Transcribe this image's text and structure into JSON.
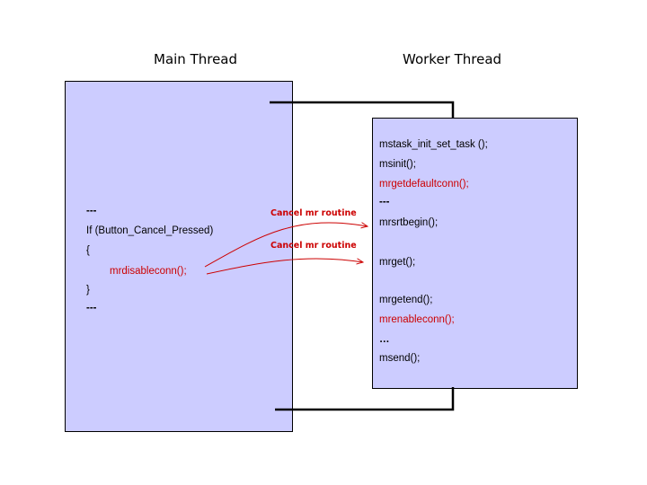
{
  "main_thread": {
    "title": "Main Thread",
    "lines": [
      "---",
      "If (Button_Cancel_Pressed)",
      "{",
      "mrdisableconn();",
      "}",
      "---"
    ]
  },
  "worker_thread": {
    "title": "Worker Thread",
    "lines": [
      "mstask_init_set_task ();",
      "msinit();",
      "mrgetdefaultconn();",
      "---",
      "mrsrtbegin();",
      "mrget();",
      "mrgetend();",
      "mrenableconn();",
      "…",
      "msend();"
    ]
  },
  "arrows": {
    "label_1": "Cancel mr routine",
    "label_2": "Cancel mr routine"
  },
  "colors": {
    "box_fill": "#ccccff",
    "highlight": "#cc0000",
    "line": "#000000"
  }
}
